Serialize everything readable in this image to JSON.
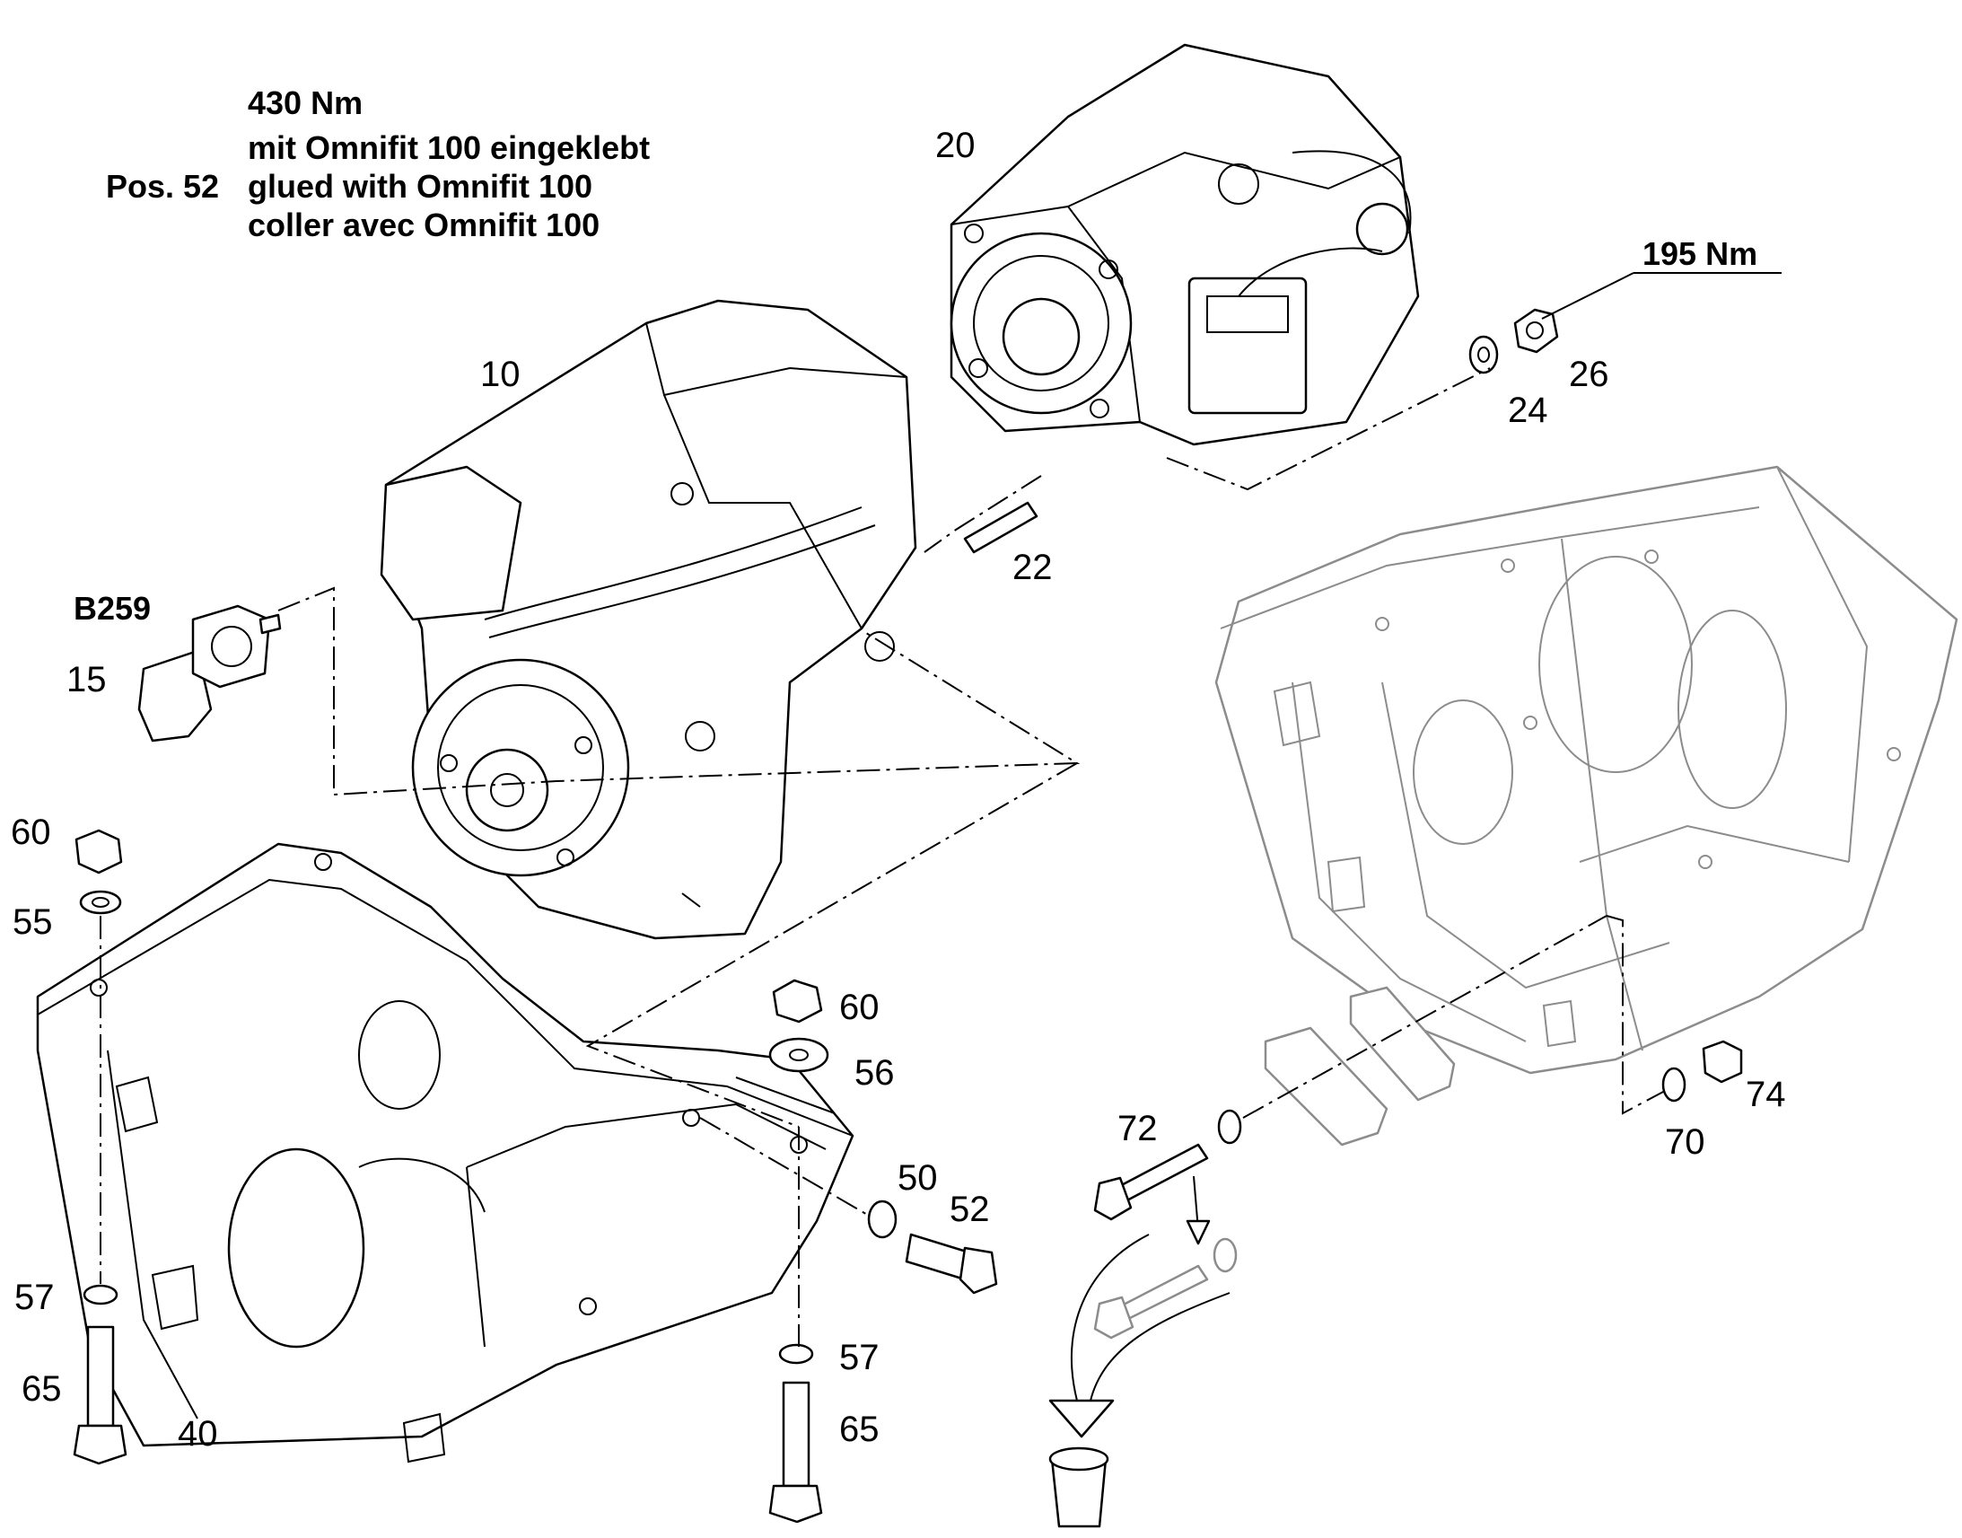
{
  "torque_note": {
    "torque": "430 Nm",
    "pos": "Pos. 52",
    "line_de": "mit Omnifit 100 eingeklebt",
    "line_en": "glued with Omnifit 100",
    "line_fr": "coller avec Omnifit 100"
  },
  "torque_26": "195 Nm",
  "sensor_code": "B259",
  "labels": {
    "p10": "10",
    "p20": "20",
    "p22": "22",
    "p24": "24",
    "p26": "26",
    "p15": "15",
    "p60a": "60",
    "p55": "55",
    "p60b": "60",
    "p56": "56",
    "p50": "50",
    "p52": "52",
    "p57a": "57",
    "p65a": "65",
    "p40": "40",
    "p57b": "57",
    "p65b": "65",
    "p72": "72",
    "p70": "70",
    "p74": "74"
  }
}
